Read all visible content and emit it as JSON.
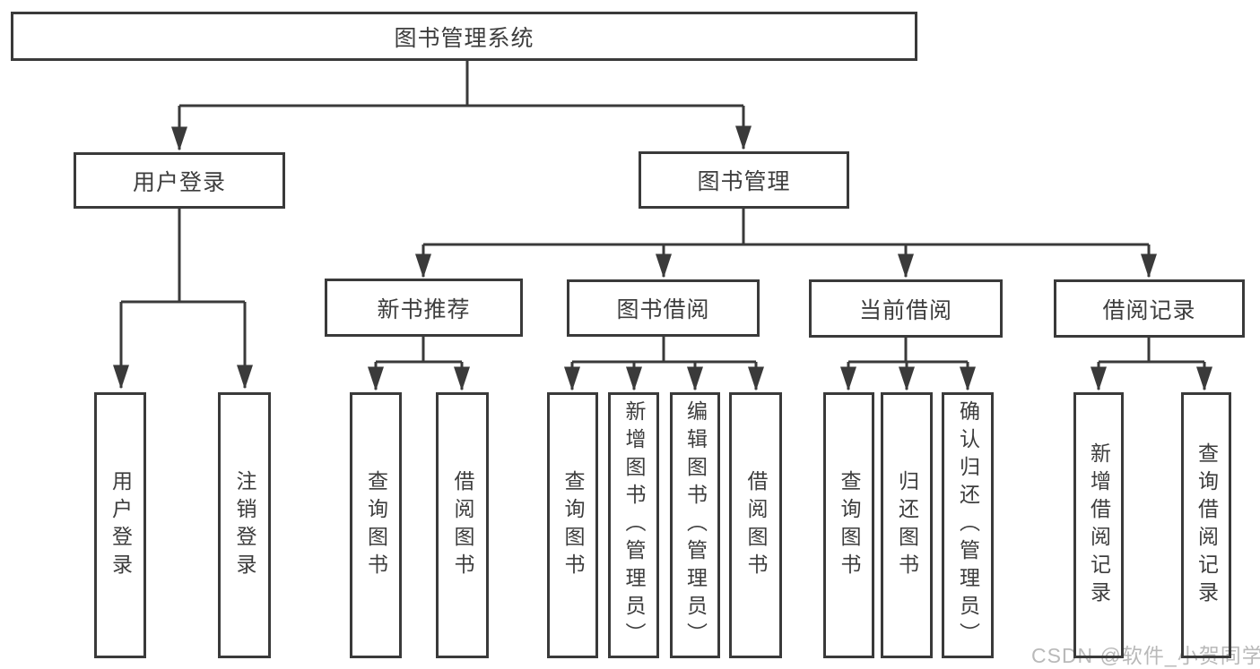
{
  "tree": {
    "root": {
      "label": "图书管理系统"
    },
    "children": [
      {
        "label": "用户登录",
        "children": [
          {
            "label": "用户登录"
          },
          {
            "label": "注销登录"
          }
        ]
      },
      {
        "label": "图书管理",
        "children": [
          {
            "label": "新书推荐",
            "children": [
              {
                "label": "查询图书"
              },
              {
                "label": "借阅图书"
              }
            ]
          },
          {
            "label": "图书借阅",
            "children": [
              {
                "label": "查询图书"
              },
              {
                "label": "新增图书（管理员）"
              },
              {
                "label": "编辑图书（管理员）"
              },
              {
                "label": "借阅图书"
              }
            ]
          },
          {
            "label": "当前借阅",
            "children": [
              {
                "label": "查询图书"
              },
              {
                "label": "归还图书"
              },
              {
                "label": "确认归还（管理员）"
              }
            ]
          },
          {
            "label": "借阅记录",
            "children": [
              {
                "label": "新增借阅记录"
              },
              {
                "label": "查询借阅记录"
              }
            ]
          }
        ]
      }
    ]
  },
  "colors": {
    "line": "#3a3a3a",
    "text": "#3d3d3d",
    "watermark": "#b9b9b9"
  },
  "watermark": {
    "text": "CSDN @软件_小贺同学"
  }
}
